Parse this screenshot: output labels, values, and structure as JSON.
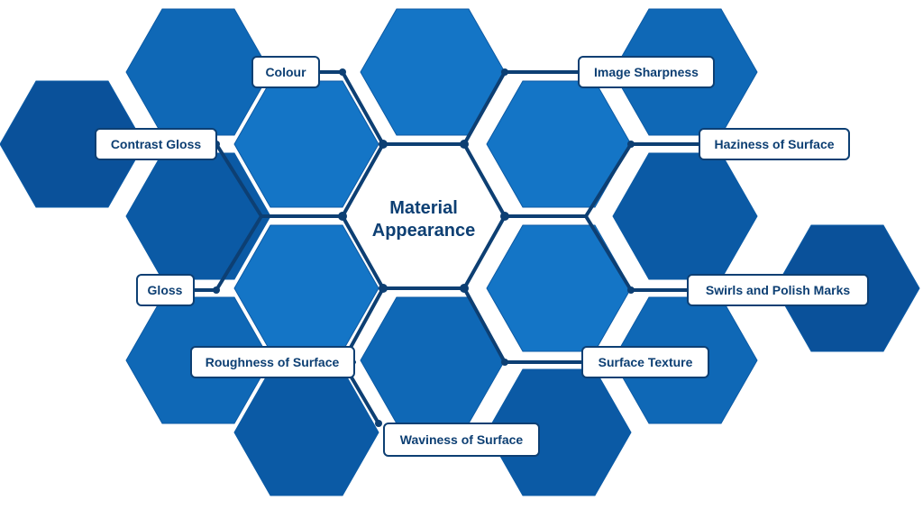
{
  "center": {
    "line1": "Material",
    "line2": "Appearance"
  },
  "labels": {
    "colour": "Colour",
    "image_sharpness": "Image Sharpness",
    "contrast_gloss": "Contrast Gloss",
    "haziness_of_surface": "Haziness of Surface",
    "gloss": "Gloss",
    "swirls_and_polish_marks": "Swirls and Polish Marks",
    "roughness_of_surface": "Roughness of Surface",
    "surface_texture": "Surface Texture",
    "waviness_of_surface": "Waviness of Surface"
  },
  "colors": {
    "hex_light": "#1475c6",
    "hex_mid": "#0f68b6",
    "hex_dark": "#0b5aa5",
    "hex_darker": "#0a519a",
    "center_fill": "#ffffff",
    "accent": "#0d3f73"
  }
}
